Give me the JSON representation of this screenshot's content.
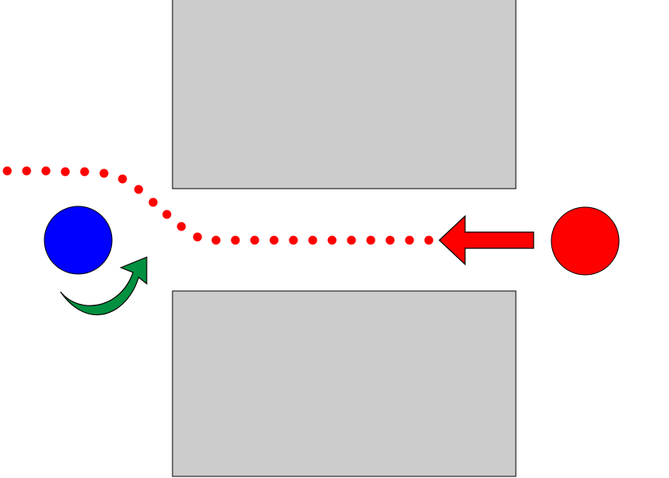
{
  "colors": {
    "background": "#ffffff",
    "obstacle": "#cccccc",
    "path_dots": "#ff0000",
    "agent_red": "#ff0000",
    "agent_blue": "#0000ff",
    "red_arrow": "#ff0000",
    "green_turn_arrow": "#009040"
  },
  "elements": {
    "obstacles": [
      "upper-obstacle",
      "lower-obstacle"
    ],
    "agents": [
      "red-agent",
      "blue-agent"
    ],
    "arrows": [
      {
        "name": "red-arrow",
        "icon": "arrow-left-icon"
      },
      {
        "name": "green-turn-arrow",
        "icon": "curved-arrow-up-right-icon"
      }
    ],
    "path": "dotted-trajectory"
  }
}
